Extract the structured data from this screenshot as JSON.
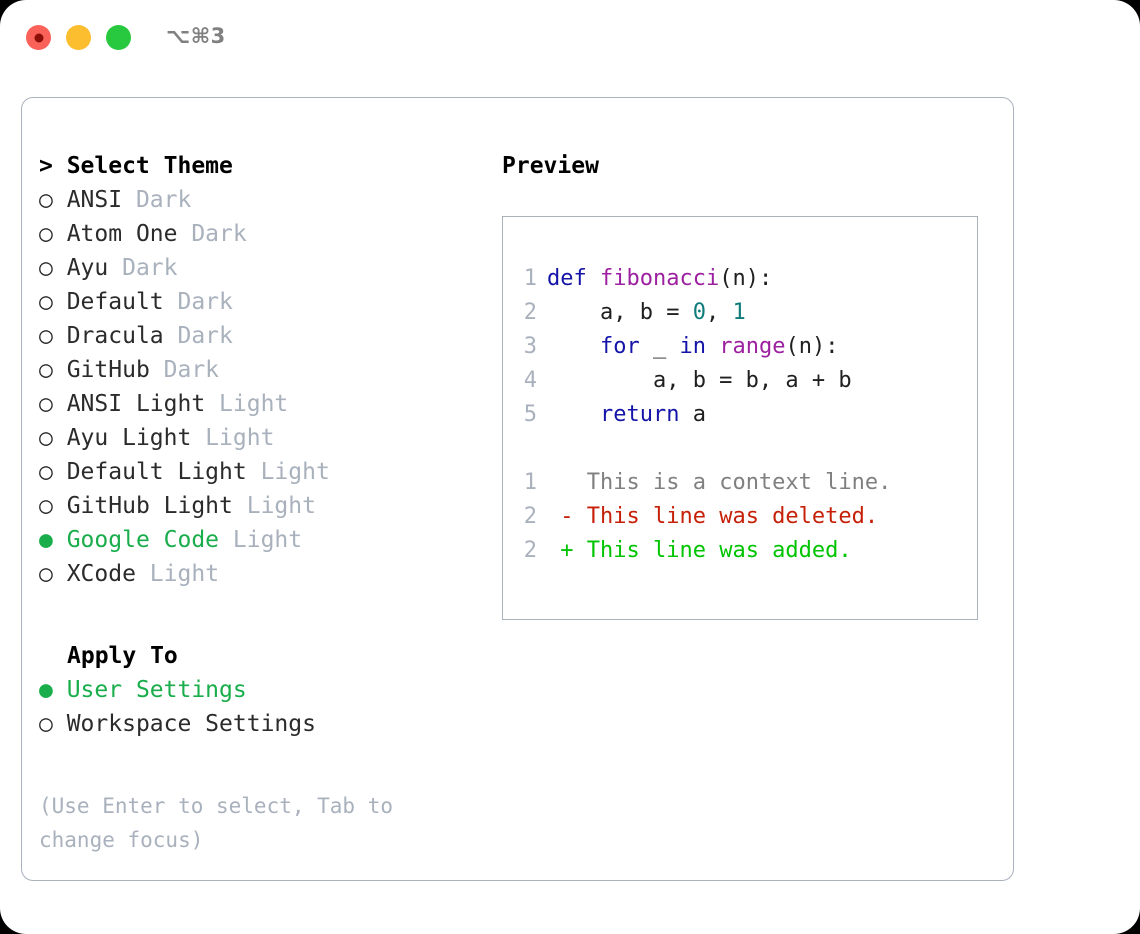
{
  "window": {
    "shortcut_label": "⌥⌘3",
    "traffic_lights": [
      {
        "name": "close-button",
        "color": "#fa6158"
      },
      {
        "name": "minimize-button",
        "color": "#fcbd2e"
      },
      {
        "name": "maximize-button",
        "color": "#28c93f"
      }
    ]
  },
  "colors": {
    "accent_green": "#19ad4b",
    "muted": "#a9b1bd",
    "border": "#aab2be",
    "keyword": "#1414a8",
    "function": "#9c20a0",
    "number": "#0e7c7b",
    "diff_context": "#808080",
    "diff_deleted": "#c62108",
    "diff_added": "#00c400"
  },
  "theme_section": {
    "header": "> Select Theme",
    "marker_on": "●",
    "marker_off": "○",
    "items": [
      {
        "name": "ANSI",
        "category": "Dark",
        "selected": false
      },
      {
        "name": "Atom One",
        "category": "Dark",
        "selected": false
      },
      {
        "name": "Ayu",
        "category": "Dark",
        "selected": false
      },
      {
        "name": "Default",
        "category": "Dark",
        "selected": false
      },
      {
        "name": "Dracula",
        "category": "Dark",
        "selected": false
      },
      {
        "name": "GitHub",
        "category": "Dark",
        "selected": false
      },
      {
        "name": "ANSI Light",
        "category": "Light",
        "selected": false
      },
      {
        "name": "Ayu Light",
        "category": "Light",
        "selected": false
      },
      {
        "name": "Default Light",
        "category": "Light",
        "selected": false
      },
      {
        "name": "GitHub Light",
        "category": "Light",
        "selected": false
      },
      {
        "name": "Google Code",
        "category": "Light",
        "selected": true
      },
      {
        "name": "XCode",
        "category": "Light",
        "selected": false
      }
    ]
  },
  "apply_to_section": {
    "header": "Apply To",
    "items": [
      {
        "name": "User Settings",
        "selected": true
      },
      {
        "name": "Workspace Settings",
        "selected": false
      }
    ]
  },
  "hint": "(Use Enter to select, Tab to change focus)",
  "preview": {
    "title": "Preview",
    "code_lines": [
      {
        "num": "1",
        "tokens": [
          {
            "t": "def ",
            "c": "kw"
          },
          {
            "t": "fibonacci",
            "c": "fn"
          },
          {
            "t": "(n):",
            "c": "pl"
          }
        ]
      },
      {
        "num": "2",
        "tokens": [
          {
            "t": "    a, b = ",
            "c": "pl"
          },
          {
            "t": "0",
            "c": "num"
          },
          {
            "t": ", ",
            "c": "pl"
          },
          {
            "t": "1",
            "c": "num"
          }
        ]
      },
      {
        "num": "3",
        "tokens": [
          {
            "t": "    ",
            "c": "pl"
          },
          {
            "t": "for",
            "c": "kw"
          },
          {
            "t": " _ ",
            "c": "pl"
          },
          {
            "t": "in",
            "c": "kw"
          },
          {
            "t": " ",
            "c": "pl"
          },
          {
            "t": "range",
            "c": "fn"
          },
          {
            "t": "(n):",
            "c": "pl"
          }
        ]
      },
      {
        "num": "4",
        "tokens": [
          {
            "t": "        a, b = b, a + b",
            "c": "pl"
          }
        ]
      },
      {
        "num": "5",
        "tokens": [
          {
            "t": "    ",
            "c": "pl"
          },
          {
            "t": "return",
            "c": "kw"
          },
          {
            "t": " a",
            "c": "pl"
          }
        ]
      }
    ],
    "diff_lines": [
      {
        "num": "1",
        "prefix": "  ",
        "text": "This is a context line.",
        "kind": "ctx"
      },
      {
        "num": "2",
        "prefix": "- ",
        "text": "This line was deleted.",
        "kind": "del"
      },
      {
        "num": "2",
        "prefix": "+ ",
        "text": "This line was added.",
        "kind": "add"
      }
    ]
  }
}
